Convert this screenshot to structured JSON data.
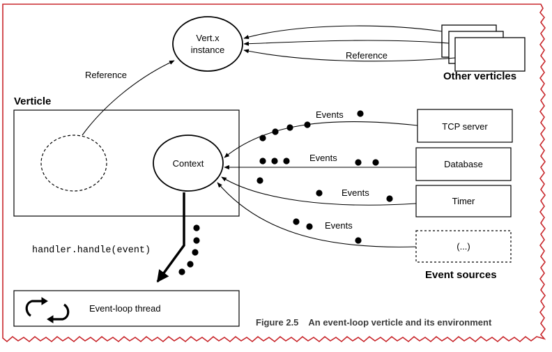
{
  "figure": {
    "caption": "Figure 2.5    An event-loop verticle and its environment",
    "colors": {
      "border": "#c8262b",
      "stroke": "#000000",
      "caption": "#3b3b3b"
    }
  },
  "vertx_instance": {
    "line1": "Vert.x",
    "line2": "instance"
  },
  "reference_labels": {
    "left": "Reference",
    "right": "Reference"
  },
  "other_verticles": {
    "label": "Other verticles"
  },
  "verticle": {
    "title": "Verticle",
    "context_label": "Context"
  },
  "sources": {
    "tcp": "TCP server",
    "database": "Database",
    "timer": "Timer",
    "more": "(...)",
    "group_label": "Event sources"
  },
  "events_labels": [
    "Events",
    "Events",
    "Events",
    "Events"
  ],
  "handler": {
    "code": "handler.handle(event)"
  },
  "event_loop": {
    "label": "Event-loop thread",
    "icon": "loop-cycle-icon"
  }
}
